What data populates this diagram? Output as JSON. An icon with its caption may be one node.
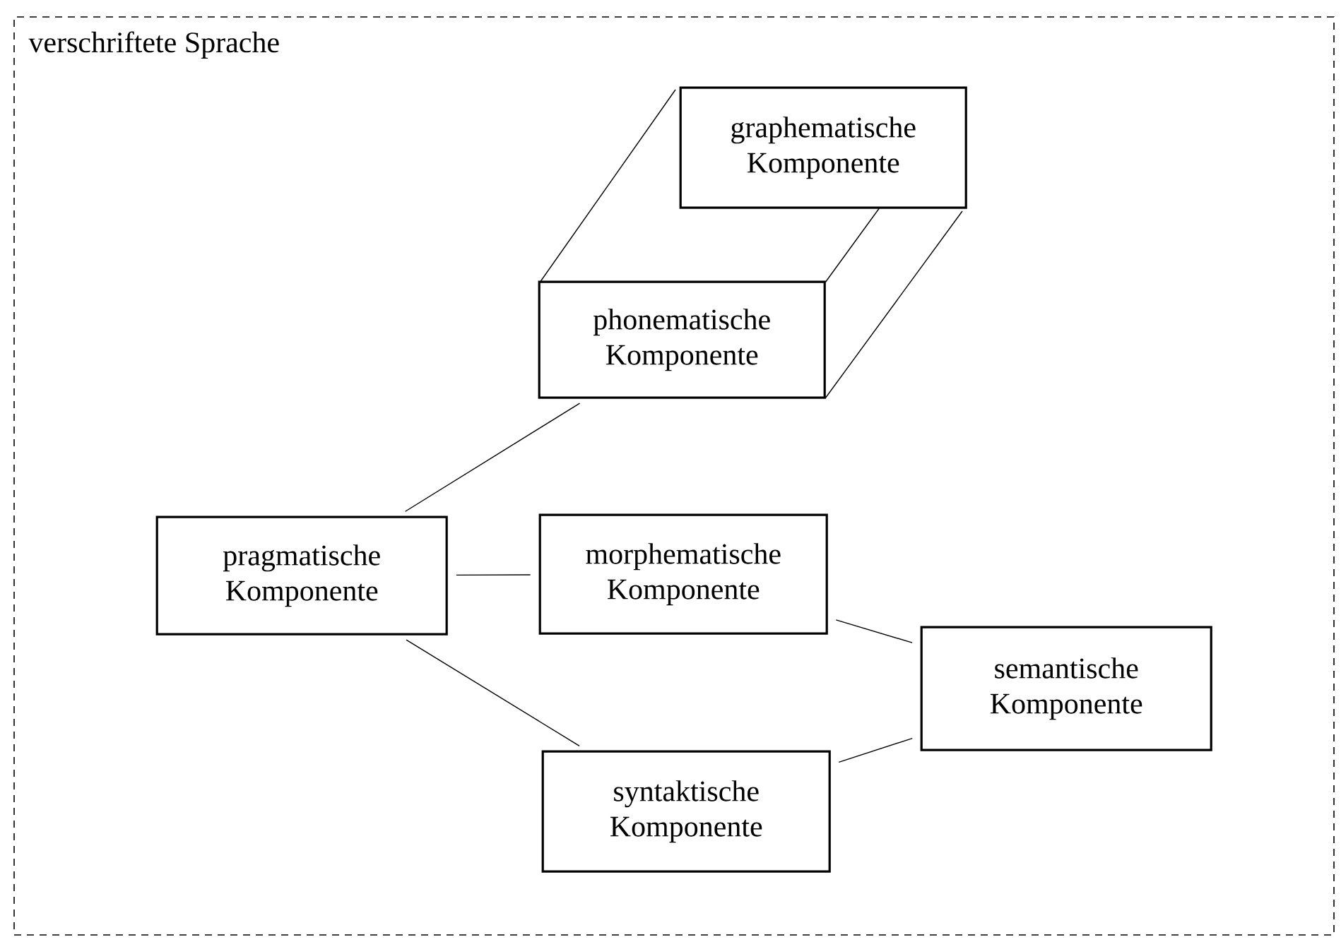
{
  "diagram": {
    "nodes": [
      {
        "text": [
          "verschriftete Sprache"
        ]
      },
      {
        "text": [
          "graphematische Komponente"
        ],
        "in": 0
      },
      {
        "text": [
          "phonematische Komponente"
        ],
        "in": 0
      },
      {
        "text": [
          "pragmatische Komponente"
        ],
        "in": 0
      },
      {
        "text": [
          "morphematische Komponente"
        ],
        "in": 0
      },
      {
        "text": [
          "semantische Komponente"
        ],
        "in": 0
      },
      {
        "text": [
          "syntaktische Komponente"
        ],
        "in": 0
      }
    ],
    "edges": [
      {
        "from": 3,
        "to": 2,
        "arrow": "none"
      },
      {
        "from": 3,
        "to": 4,
        "arrow": "none"
      },
      {
        "from": 3,
        "to": 6,
        "arrow": "none"
      },
      {
        "from": 4,
        "to": 5,
        "arrow": "none"
      },
      {
        "from": 6,
        "to": 5,
        "arrow": "none"
      }
    ]
  }
}
